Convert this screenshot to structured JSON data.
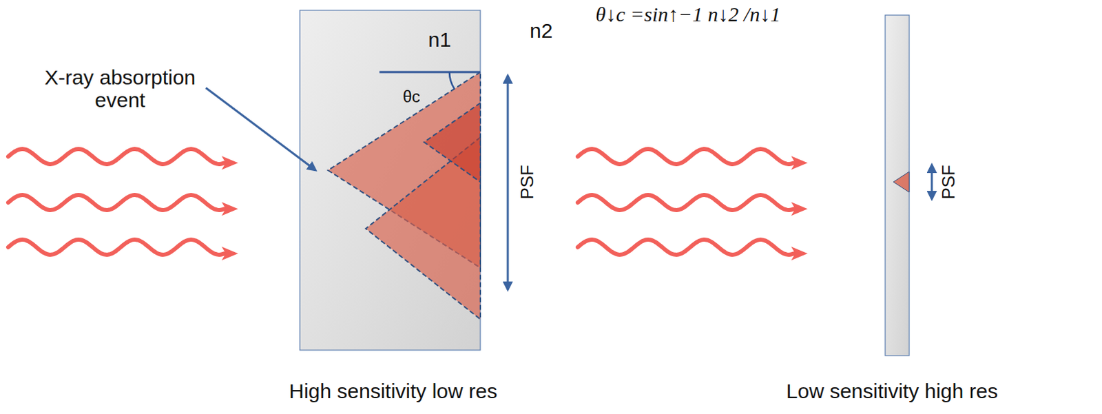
{
  "diagram": {
    "nodes": [
      {
        "text": [
          "n1",
          "θc"
        ]
      }
    ],
    "labels": [
      "θ↓c =sin↑−1 n↓2 /n↓1",
      "n2",
      "X-ray absorption event",
      "PSF",
      "PSF",
      "High sensitivity low res",
      "Low sensitivity high res"
    ]
  }
}
